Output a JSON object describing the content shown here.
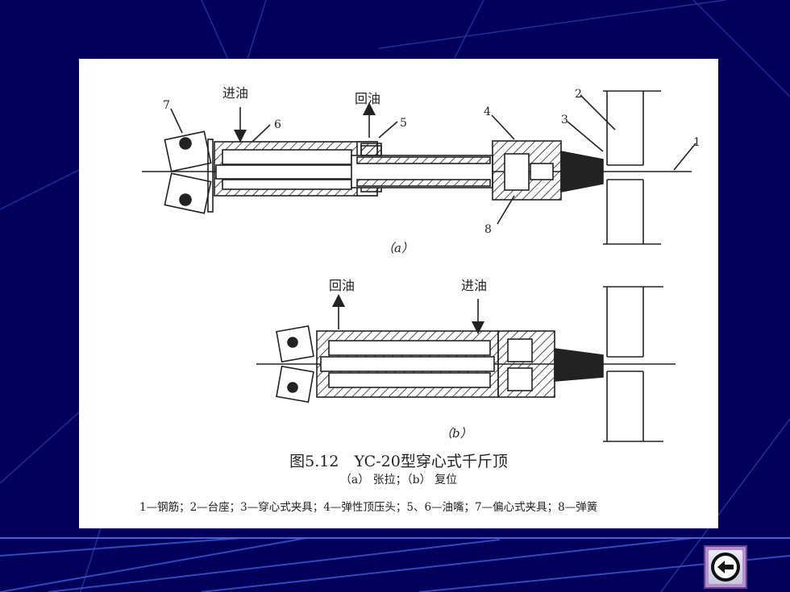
{
  "diagram_a": {
    "label_in_oil": "进油",
    "label_out_oil": "回油",
    "sub_label": "（a）",
    "parts": [
      "1",
      "2",
      "3",
      "4",
      "5",
      "6",
      "7",
      "8"
    ]
  },
  "diagram_b": {
    "label_out_oil": "回油",
    "label_in_oil": "进油",
    "sub_label": "（b）"
  },
  "caption": {
    "title": "图5.12　YC-20型穿心式千斤顶",
    "subtitle": "（a）  张拉；（b）  复位",
    "legend": "1—钢筋；2—台座；3—穿心式夹具；4—弹性顶压头；5、6—油嘴；7—偏心式夹具；8—弹簧"
  },
  "nav": {
    "back_icon": "back-arrow-icon"
  },
  "colors": {
    "background": "#00005a",
    "panel": "#ffffff",
    "ink": "#222222",
    "button": "#b48fd0"
  }
}
